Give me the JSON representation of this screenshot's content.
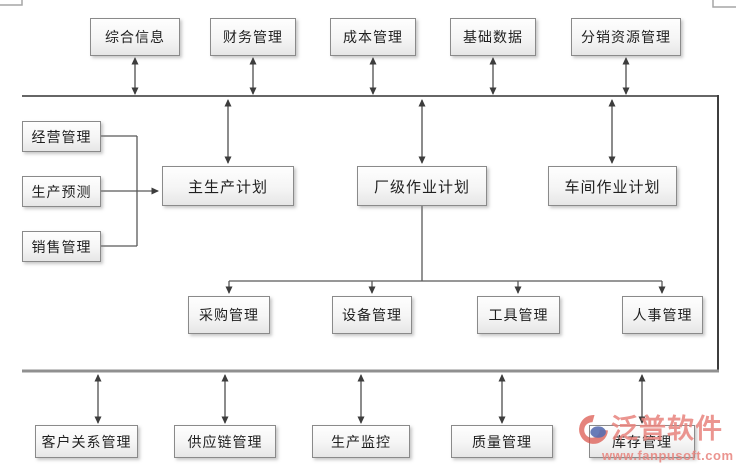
{
  "diagram": {
    "top_row": [
      {
        "label": "综合信息"
      },
      {
        "label": "财务管理"
      },
      {
        "label": "成本管理"
      },
      {
        "label": "基础数据"
      },
      {
        "label": "分销资源管理"
      }
    ],
    "left_column": [
      {
        "label": "经营管理"
      },
      {
        "label": "生产预测"
      },
      {
        "label": "销售管理"
      }
    ],
    "plan_row": [
      {
        "label": "主生产计划"
      },
      {
        "label": "厂级作业计划"
      },
      {
        "label": "车间作业计划"
      }
    ],
    "resource_row": [
      {
        "label": "采购管理"
      },
      {
        "label": "设备管理"
      },
      {
        "label": "工具管理"
      },
      {
        "label": "人事管理"
      }
    ],
    "bottom_row": [
      {
        "label": "客户关系管理"
      },
      {
        "label": "供应链管理"
      },
      {
        "label": "生产监控"
      },
      {
        "label": "质量管理"
      },
      {
        "label": "库存管理"
      }
    ]
  },
  "watermark": {
    "brand": "泛普软件",
    "url": "www.fanpusoft.com",
    "color": "#e8837d"
  }
}
